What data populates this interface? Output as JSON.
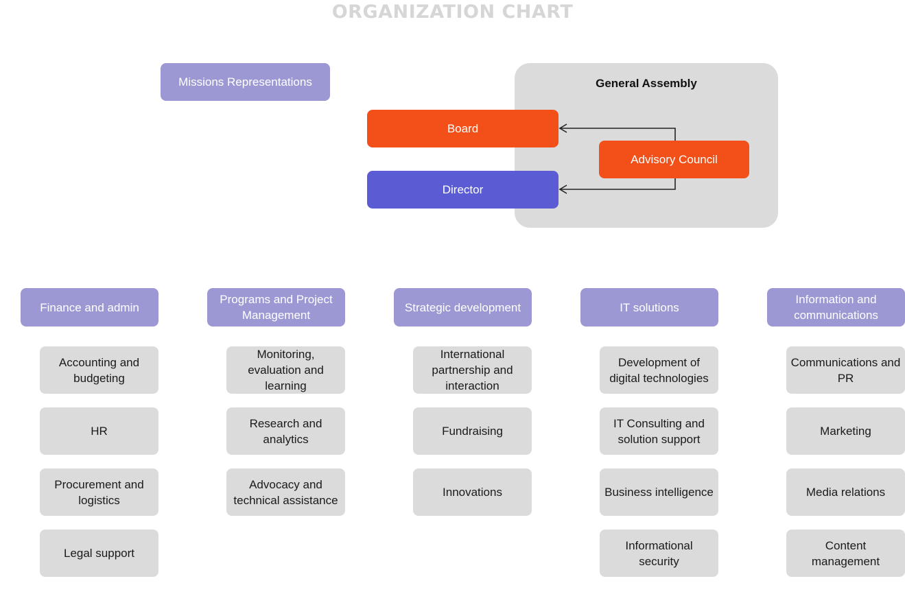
{
  "title": "ORGANIZATION CHART",
  "missions": "Missions Representations",
  "assembly": "General Assembly",
  "board": "Board",
  "director": "Director",
  "advisory": "Advisory Council",
  "colors": {
    "purple": "#9b98d3",
    "orange": "#f35019",
    "blue": "#5b5bd3",
    "gray": "#dbdbdb"
  },
  "departments": [
    {
      "name": "Finance and admin",
      "units": [
        "Accounting and budgeting",
        "HR",
        "Procurement and logistics",
        "Legal support"
      ]
    },
    {
      "name": "Programs and Project Management",
      "units": [
        "Monitoring, evaluation and learning",
        "Research and analytics",
        "Advocacy and technical assistance"
      ]
    },
    {
      "name": "Strategic development",
      "units": [
        "International partnership and interaction",
        "Fundraising",
        "Innovations"
      ]
    },
    {
      "name": "IT solutions",
      "units": [
        "Development of digital technologies",
        "IT Consulting and solution support",
        "Business intelligence",
        "Informational security"
      ]
    },
    {
      "name": "Information and communications",
      "units": [
        "Communications and PR",
        "Marketing",
        "Media relations",
        "Content management"
      ]
    }
  ]
}
